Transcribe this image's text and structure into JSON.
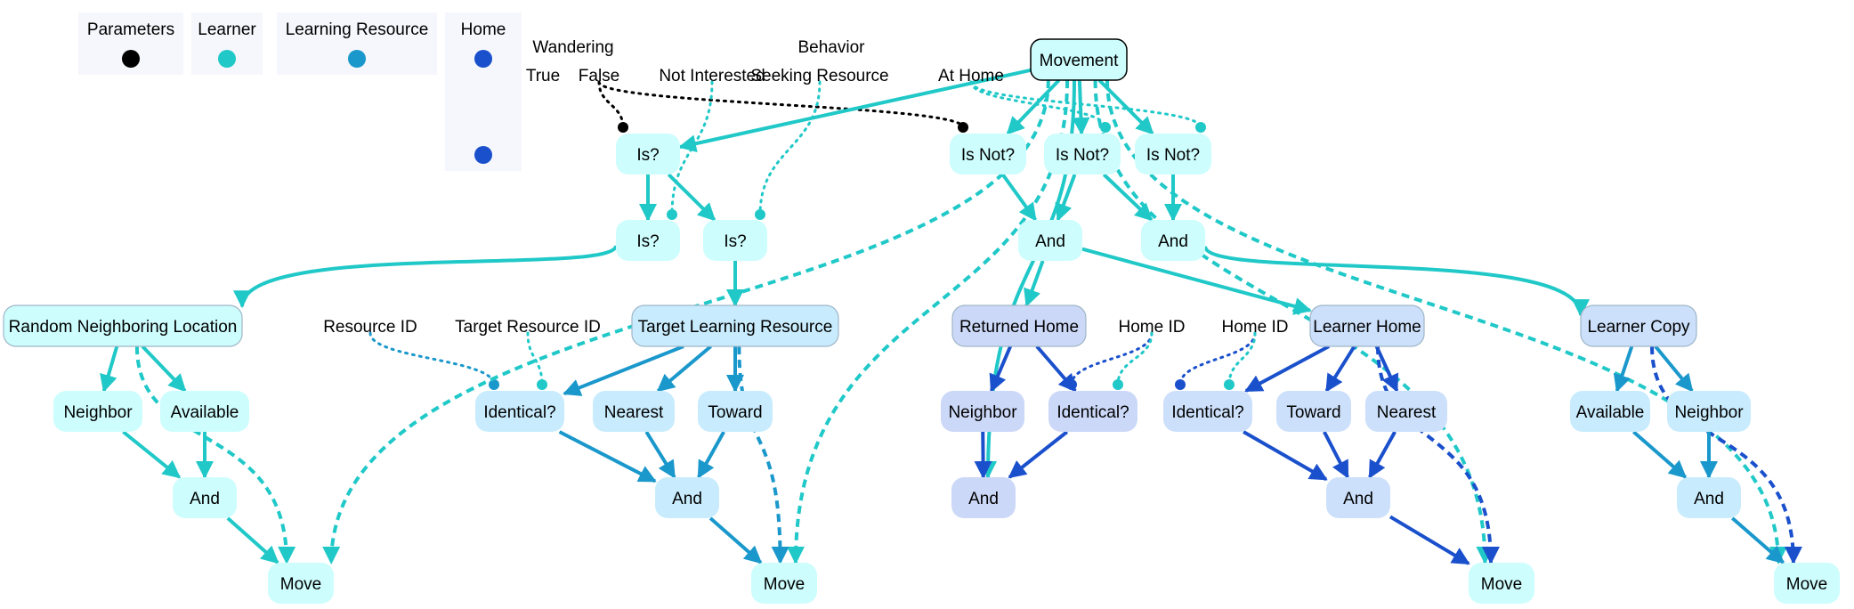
{
  "colors": {
    "parameters": "#000000",
    "learner": "#20c8c8",
    "learning_resource": "#1a98cc",
    "home": "#1a50cc",
    "legend_bg": "#f6f7fc",
    "learner_fill": "#cdfdfd",
    "resource_fill": "#c8ecfd",
    "returned_fill": "#ccd8f8",
    "home_fill": "#cce0fb"
  },
  "legend": [
    {
      "label": "Parameters",
      "color": "#000000"
    },
    {
      "label": "Learner",
      "color": "#20c8c8"
    },
    {
      "label": "Learning Resource",
      "color": "#1a98cc"
    },
    {
      "label": "Home",
      "color": "#1a50cc"
    }
  ],
  "labels": [
    {
      "id": "wandering",
      "text": "Wandering"
    },
    {
      "id": "true",
      "text": "True"
    },
    {
      "id": "false",
      "text": "False"
    },
    {
      "id": "behavior",
      "text": "Behavior"
    },
    {
      "id": "not_interested",
      "text": "Not Interested"
    },
    {
      "id": "seeking_resource",
      "text": "Seeking Resource"
    },
    {
      "id": "at_home",
      "text": "At Home"
    },
    {
      "id": "resource_id",
      "text": "Resource ID"
    },
    {
      "id": "target_resource_id",
      "text": "Target Resource ID"
    },
    {
      "id": "home_id_1",
      "text": "Home ID"
    },
    {
      "id": "home_id_2",
      "text": "Home ID"
    }
  ],
  "nodes": [
    {
      "id": "movement",
      "text": "Movement"
    },
    {
      "id": "is1",
      "text": "Is?"
    },
    {
      "id": "is2",
      "text": "Is?"
    },
    {
      "id": "is3",
      "text": "Is?"
    },
    {
      "id": "isnot1",
      "text": "Is Not?"
    },
    {
      "id": "isnot2",
      "text": "Is Not?"
    },
    {
      "id": "isnot3",
      "text": "Is Not?"
    },
    {
      "id": "and_a",
      "text": "And"
    },
    {
      "id": "and_b",
      "text": "And"
    },
    {
      "id": "rnl",
      "text": "Random Neighboring Location"
    },
    {
      "id": "tlr",
      "text": "Target Learning Resource"
    },
    {
      "id": "rh",
      "text": "Returned Home"
    },
    {
      "id": "lh",
      "text": "Learner Home"
    },
    {
      "id": "lc",
      "text": "Learner Copy"
    },
    {
      "id": "nb1",
      "text": "Neighbor"
    },
    {
      "id": "av1",
      "text": "Available"
    },
    {
      "id": "and1",
      "text": "And"
    },
    {
      "id": "mv1",
      "text": "Move"
    },
    {
      "id": "id1",
      "text": "Identical?"
    },
    {
      "id": "nr1",
      "text": "Nearest"
    },
    {
      "id": "tw1",
      "text": "Toward"
    },
    {
      "id": "and2",
      "text": "And"
    },
    {
      "id": "mv2",
      "text": "Move"
    },
    {
      "id": "nb2",
      "text": "Neighbor"
    },
    {
      "id": "id2",
      "text": "Identical?"
    },
    {
      "id": "and3",
      "text": "And"
    },
    {
      "id": "id3",
      "text": "Identical?"
    },
    {
      "id": "tw2",
      "text": "Toward"
    },
    {
      "id": "nr2",
      "text": "Nearest"
    },
    {
      "id": "and4",
      "text": "And"
    },
    {
      "id": "mv3",
      "text": "Move"
    },
    {
      "id": "av2",
      "text": "Available"
    },
    {
      "id": "nb3",
      "text": "Neighbor"
    },
    {
      "id": "and5",
      "text": "And"
    },
    {
      "id": "mv4",
      "text": "Move"
    }
  ],
  "edges": [
    {
      "from": "movement",
      "to": "is1",
      "style": "solid",
      "color": "learner"
    },
    {
      "from": "movement",
      "to": "isnot1",
      "style": "solid",
      "color": "learner"
    },
    {
      "from": "movement",
      "to": "isnot2",
      "style": "solid",
      "color": "learner"
    },
    {
      "from": "movement",
      "to": "isnot3",
      "style": "solid",
      "color": "learner"
    },
    {
      "from": "movement",
      "to": "and3",
      "style": "solid",
      "color": "learner"
    },
    {
      "from": "movement",
      "to": "mv1",
      "style": "dashed",
      "color": "learner"
    },
    {
      "from": "movement",
      "to": "mv2",
      "style": "dashed",
      "color": "learner"
    },
    {
      "from": "movement",
      "to": "mv3",
      "style": "dashed",
      "color": "learner"
    },
    {
      "from": "movement",
      "to": "mv4",
      "style": "dashed",
      "color": "learner"
    },
    {
      "from": "is1",
      "to": "is2",
      "style": "solid",
      "color": "learner"
    },
    {
      "from": "is1",
      "to": "is3",
      "style": "solid",
      "color": "learner"
    },
    {
      "from": "is2",
      "to": "rnl",
      "style": "solid",
      "color": "learner"
    },
    {
      "from": "is3",
      "to": "tlr",
      "style": "solid",
      "color": "learner"
    },
    {
      "from": "isnot1",
      "to": "and_a",
      "style": "solid",
      "color": "learner"
    },
    {
      "from": "isnot2",
      "to": "and_a",
      "style": "solid",
      "color": "learner"
    },
    {
      "from": "isnot2",
      "to": "and_b",
      "style": "solid",
      "color": "learner"
    },
    {
      "from": "isnot3",
      "to": "and_b",
      "style": "solid",
      "color": "learner"
    },
    {
      "from": "and_a",
      "to": "rh",
      "style": "solid",
      "color": "learner"
    },
    {
      "from": "and_a",
      "to": "lh",
      "style": "solid",
      "color": "learner"
    },
    {
      "from": "and_b",
      "to": "lc",
      "style": "solid",
      "color": "learner"
    },
    {
      "from": "rnl",
      "to": "nb1",
      "style": "solid",
      "color": "learner"
    },
    {
      "from": "rnl",
      "to": "av1",
      "style": "solid",
      "color": "learner"
    },
    {
      "from": "rnl",
      "to": "mv1",
      "style": "dashed",
      "color": "learner"
    },
    {
      "from": "nb1",
      "to": "and1",
      "style": "solid",
      "color": "learner"
    },
    {
      "from": "av1",
      "to": "and1",
      "style": "solid",
      "color": "learner"
    },
    {
      "from": "and1",
      "to": "mv1",
      "style": "solid",
      "color": "learner"
    },
    {
      "from": "tlr",
      "to": "id1",
      "style": "solid",
      "color": "learning_resource"
    },
    {
      "from": "tlr",
      "to": "nr1",
      "style": "solid",
      "color": "learning_resource"
    },
    {
      "from": "tlr",
      "to": "tw1",
      "style": "solid",
      "color": "learning_resource"
    },
    {
      "from": "tlr",
      "to": "mv2",
      "style": "dashed",
      "color": "learning_resource"
    },
    {
      "from": "id1",
      "to": "and2",
      "style": "solid",
      "color": "learning_resource"
    },
    {
      "from": "nr1",
      "to": "and2",
      "style": "solid",
      "color": "learning_resource"
    },
    {
      "from": "tw1",
      "to": "and2",
      "style": "solid",
      "color": "learning_resource"
    },
    {
      "from": "and2",
      "to": "mv2",
      "style": "solid",
      "color": "learning_resource"
    },
    {
      "from": "rh",
      "to": "nb2",
      "style": "solid",
      "color": "home"
    },
    {
      "from": "rh",
      "to": "id2",
      "style": "solid",
      "color": "home"
    },
    {
      "from": "nb2",
      "to": "and3",
      "style": "solid",
      "color": "home"
    },
    {
      "from": "id2",
      "to": "and3",
      "style": "solid",
      "color": "home"
    },
    {
      "from": "lh",
      "to": "id3",
      "style": "solid",
      "color": "home"
    },
    {
      "from": "lh",
      "to": "tw2",
      "style": "solid",
      "color": "home"
    },
    {
      "from": "lh",
      "to": "nr2",
      "style": "solid",
      "color": "home"
    },
    {
      "from": "lh",
      "to": "mv3",
      "style": "dashed",
      "color": "home"
    },
    {
      "from": "id3",
      "to": "and4",
      "style": "solid",
      "color": "home"
    },
    {
      "from": "tw2",
      "to": "and4",
      "style": "solid",
      "color": "home"
    },
    {
      "from": "nr2",
      "to": "and4",
      "style": "solid",
      "color": "home"
    },
    {
      "from": "and4",
      "to": "mv3",
      "style": "solid",
      "color": "home"
    },
    {
      "from": "lc",
      "to": "av2",
      "style": "solid",
      "color": "learning_resource"
    },
    {
      "from": "lc",
      "to": "nb3",
      "style": "solid",
      "color": "learning_resource"
    },
    {
      "from": "lc",
      "to": "mv4",
      "style": "dashed",
      "color": "home"
    },
    {
      "from": "av2",
      "to": "and5",
      "style": "solid",
      "color": "learning_resource"
    },
    {
      "from": "nb3",
      "to": "and5",
      "style": "solid",
      "color": "learning_resource"
    },
    {
      "from": "and5",
      "to": "mv4",
      "style": "solid",
      "color": "learning_resource"
    }
  ],
  "param_links": [
    {
      "from": "false",
      "to": "is1",
      "color": "parameters"
    },
    {
      "from": "false",
      "to": "isnot1",
      "color": "parameters"
    },
    {
      "from": "not_interested",
      "to": "is2",
      "color": "learner"
    },
    {
      "from": "seeking_resource",
      "to": "is3",
      "color": "learner"
    },
    {
      "from": "at_home",
      "to": "isnot2",
      "color": "learner"
    },
    {
      "from": "at_home",
      "to": "isnot3",
      "color": "learner"
    },
    {
      "from": "resource_id",
      "to": "id1",
      "color": "learning_resource"
    },
    {
      "from": "target_resource_id",
      "to": "id1",
      "color": "learner"
    },
    {
      "from": "home_id_1",
      "to": "id2",
      "color": "home"
    },
    {
      "from": "home_id_1",
      "to": "id2",
      "color": "learner"
    },
    {
      "from": "home_id_2",
      "to": "id3",
      "color": "home"
    },
    {
      "from": "home_id_2",
      "to": "id3",
      "color": "learner"
    }
  ]
}
